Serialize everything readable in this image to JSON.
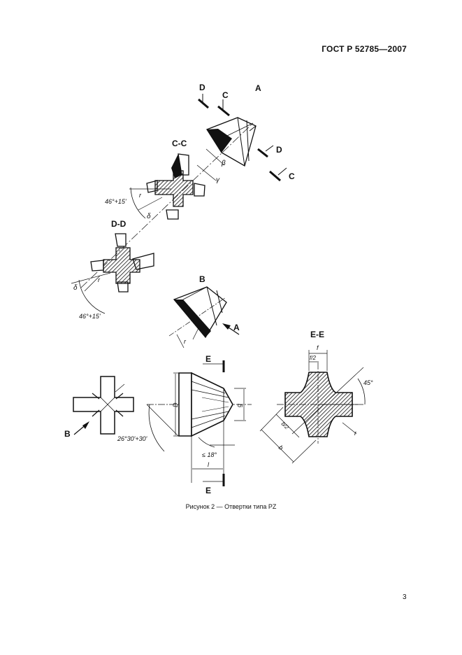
{
  "header": {
    "standard_code": "ГОСТ Р 52785—2007"
  },
  "figure": {
    "caption": "Рисунок 2 — Отвертки типа PZ",
    "view_labels": {
      "a": "A",
      "c": "C",
      "d": "D",
      "b": "B",
      "e": "E",
      "section_cc": "C-C",
      "section_dd": "D-D",
      "section_ee": "E-E"
    },
    "dimensions": {
      "angle_46_tol": "46°+15'",
      "angle_26_tol": "26°30'+30'",
      "angle_45": "45°",
      "angle_le_18": "≤ 18°",
      "beta": "β",
      "gamma": "γ",
      "delta": "δ",
      "r": "r",
      "f": "f",
      "f_half": "f/2",
      "l": "l",
      "b": "b",
      "b_half": "b/2",
      "g": "g",
      "d_dim": "D"
    }
  },
  "page": {
    "number": "3"
  }
}
